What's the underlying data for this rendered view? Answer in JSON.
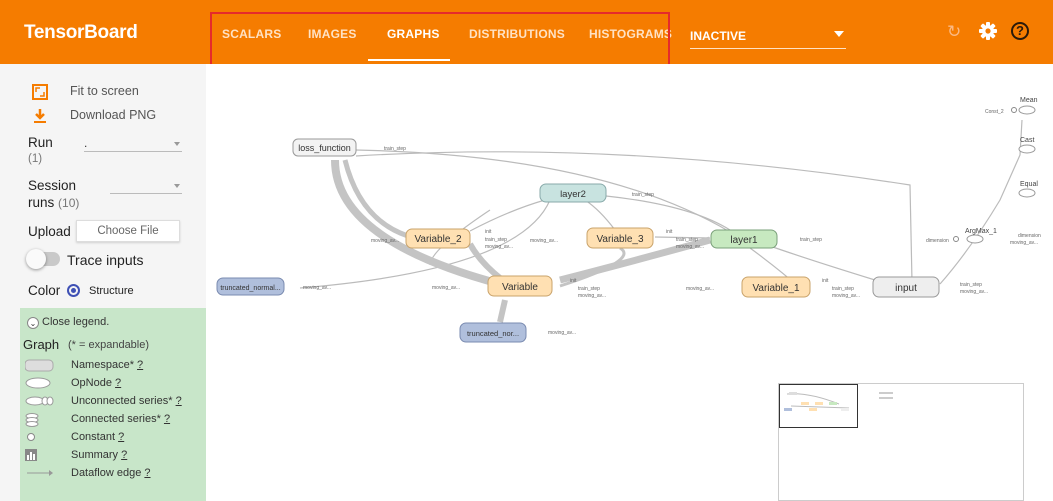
{
  "app": {
    "title": "TensorBoard"
  },
  "nav": {
    "tabs": [
      {
        "label": "SCALARS"
      },
      {
        "label": "IMAGES"
      },
      {
        "label": "GRAPHS",
        "active": true
      },
      {
        "label": "DISTRIBUTIONS"
      },
      {
        "label": "HISTOGRAMS"
      }
    ],
    "run_selector": "INACTIVE"
  },
  "colors": {
    "header": "#f57c00",
    "highlight": "#e52b2b",
    "legend_bg": "#c8e6c9",
    "op_node": "#ffe0b2",
    "layer_node": "#c8e3e0",
    "truncated_node": "#b0bfdc",
    "input_node": "#eeeeee"
  },
  "icons": {
    "reload": "reload-icon",
    "settings": "gear-icon",
    "help": "help-icon"
  },
  "sidebar": {
    "fit_label": "Fit to screen",
    "download_label": "Download PNG",
    "run_label": "Run",
    "run_count": "(1)",
    "run_value": ".",
    "session_label_1": "Session",
    "session_label_2": "runs",
    "session_count": "(10)",
    "upload_label": "Upload",
    "choose_file": "Choose File",
    "trace_label": "Trace inputs",
    "color_label": "Color",
    "color_option": "Structure"
  },
  "legend": {
    "close": "Close legend.",
    "graph": "Graph",
    "expandable": "(* = expandable)",
    "items": [
      {
        "label": "Namespace*",
        "help": "?"
      },
      {
        "label": "OpNode",
        "help": "?"
      },
      {
        "label": "Unconnected series*",
        "help": "?"
      },
      {
        "label": "Connected series*",
        "help": "?"
      },
      {
        "label": "Constant",
        "help": "?"
      },
      {
        "label": "Summary",
        "help": "?"
      },
      {
        "label": "Dataflow edge",
        "help": "?"
      }
    ]
  },
  "graph": {
    "nodes": {
      "loss_function": "loss_function",
      "layer2": "layer2",
      "variable_2": "Variable_2",
      "variable_3": "Variable_3",
      "layer1": "layer1",
      "variable": "Variable",
      "variable_1": "Variable_1",
      "input": "input",
      "truncated_normal": "truncated_normal...",
      "truncated_nor": "truncated_nor..."
    },
    "side_labels": {
      "train_step": "train_step",
      "moving_av": "moving_av...",
      "init": "init",
      "dimension": "dimension",
      "argmax": "ArgMax_1",
      "mean": "Mean",
      "cast": "Cast",
      "equal": "Equal",
      "const_2": "Const_2"
    }
  }
}
